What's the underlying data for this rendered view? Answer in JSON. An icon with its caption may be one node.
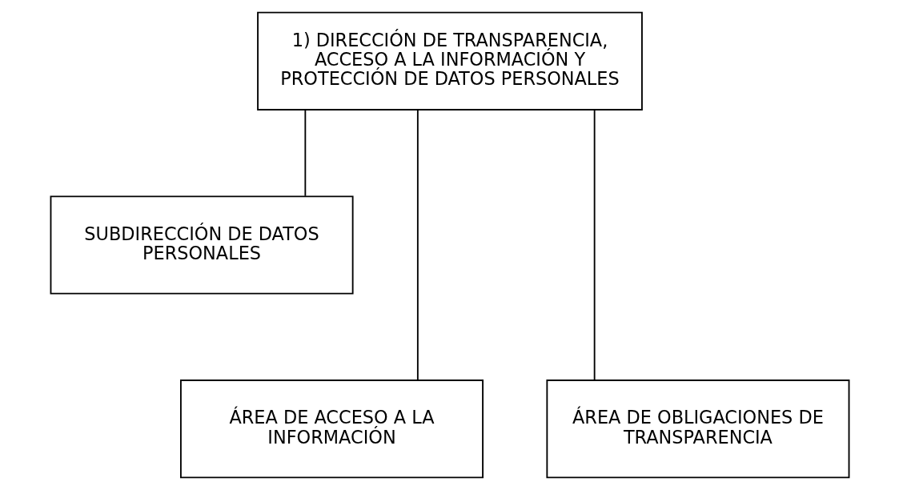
{
  "diagram": {
    "nodes": [
      {
        "text": [
          "1) DIRECCIÓN DE TRANSPARENCIA, ACCESO A LA INFORMACIÓN Y PROTECCIÓN DE DATOS PERSONALES"
        ]
      },
      {
        "text": [
          "SUBDIRECCIÓN DE DATOS PERSONALES"
        ]
      },
      {
        "text": [
          "ÁREA DE ACCESO A LA INFORMACIÓN"
        ]
      },
      {
        "text": [
          "ÁREA DE OBLIGACIONES DE TRANSPARENCIA"
        ]
      }
    ],
    "edges": [
      {
        "from": 0,
        "to": 1,
        "arrow": "none"
      },
      {
        "from": 0,
        "to": 2,
        "arrow": "none"
      },
      {
        "from": 0,
        "to": 3,
        "arrow": "none"
      }
    ]
  }
}
